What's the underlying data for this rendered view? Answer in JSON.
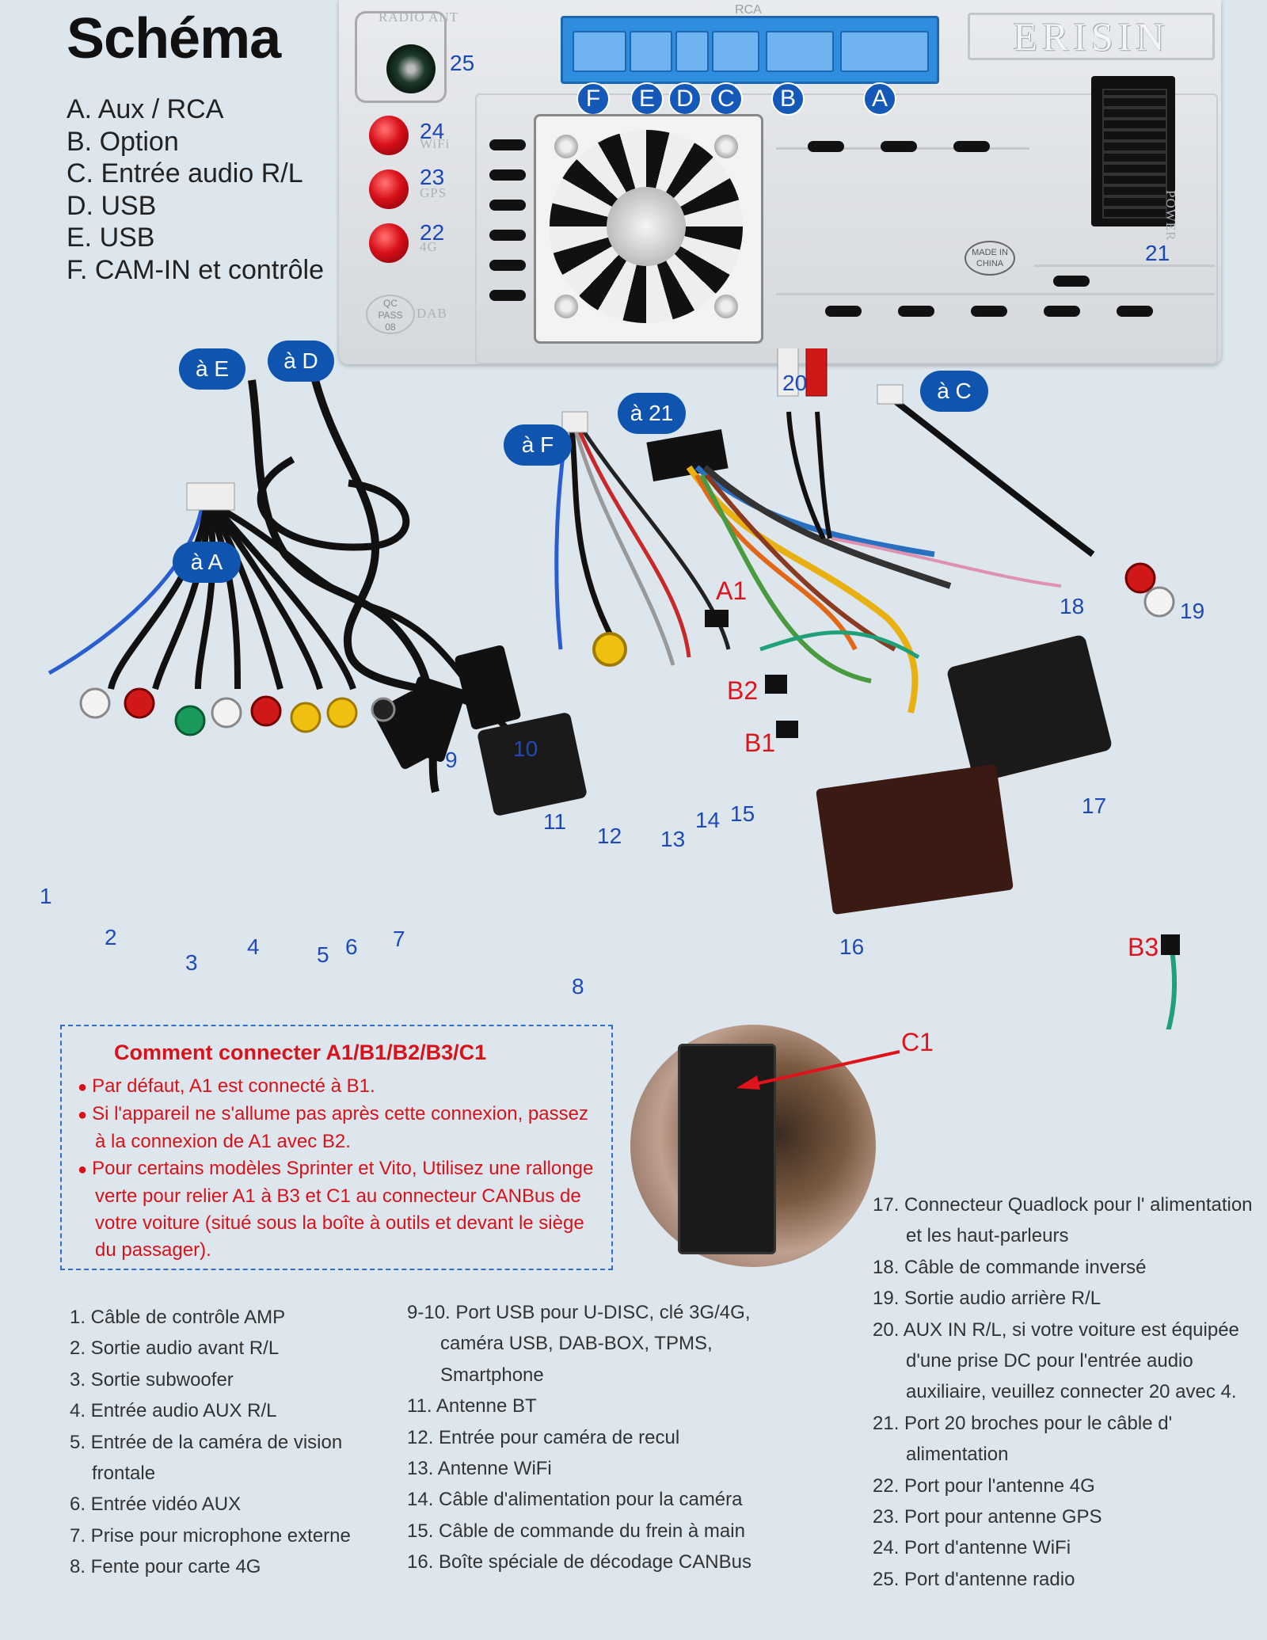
{
  "title": "Schéma",
  "connectors_legend": [
    "A. Aux / RCA",
    "B. Option",
    "C. Entrée audio R/L",
    "D. USB",
    "E. USB",
    "F. CAM-IN et contrôle"
  ],
  "unit": {
    "radio_ant_label": "RADIO ANT",
    "rca_label": "RCA",
    "brand": "ERISIN",
    "power_label": "POWER",
    "dab_label": "DAB",
    "qc_seal": [
      "QC",
      "PASS",
      "08"
    ],
    "made_in": [
      "MADE IN",
      "CHINA"
    ],
    "port_badges": [
      "F",
      "E",
      "D",
      "C",
      "B",
      "A"
    ],
    "port_numbers": {
      "ant": "25",
      "wifi": "24",
      "gps": "23",
      "g4": "22",
      "power": "21"
    },
    "port_faded": {
      "wifi": "WiFi",
      "gps": "GPS",
      "g4": "4G"
    }
  },
  "callouts": {
    "to_e": "à E",
    "to_d": "à D",
    "to_f": "à F",
    "to_21": "à 21",
    "to_c": "à C",
    "to_a": "à A"
  },
  "cable_numbers": [
    "1",
    "2",
    "3",
    "4",
    "5",
    "6",
    "7",
    "8",
    "9",
    "10",
    "11",
    "12",
    "13",
    "14",
    "15",
    "16",
    "17",
    "18",
    "19",
    "20"
  ],
  "red_labels": {
    "a1": "A1",
    "b2": "B2",
    "b1": "B1",
    "b3": "B3",
    "c1": "C1"
  },
  "info": {
    "title": "Comment connecter A1/B1/B2/B3/C1",
    "items": [
      "Par défaut, A1 est connecté à B1.",
      "Si l'appareil ne s'allume pas après cette connexion, passez à la connexion de A1 avec B2.",
      "Pour certains modèles Sprinter et Vito, Utilisez une rallonge verte pour relier A1 à B3 et C1 au connecteur CANBus de votre voiture (situé sous la boîte à outils et devant le siège du passager)."
    ]
  },
  "list_left": [
    "1. Câble de contrôle AMP",
    "2. Sortie audio avant R/L",
    "3. Sortie subwoofer",
    "4. Entrée audio AUX R/L",
    "5. Entrée de la caméra de vision frontale",
    "6. Entrée vidéo AUX",
    "7. Prise pour microphone externe",
    "8. Fente pour carte 4G"
  ],
  "list_mid": [
    "9-10. Port USB pour U-DISC, clé 3G/4G, caméra USB, DAB-BOX, TPMS, Smartphone",
    "11. Antenne BT",
    "12. Entrée pour caméra de recul",
    "13. Antenne WiFi",
    "14. Câble d'alimentation pour la caméra",
    "15. Câble de commande du frein à main",
    "16. Boîte spéciale de décodage CANBus"
  ],
  "list_right": [
    "17. Connecteur Quadlock pour l' alimentation et les haut-parleurs",
    "18. Câble de commande inversé",
    "19. Sortie audio arrière R/L",
    "20. AUX IN R/L, si votre voiture est équipée d'une prise DC pour l'entrée audio auxiliaire, veuillez connecter 20 avec 4.",
    "21. Port 20 broches pour le câble d' alimentation",
    "22. Port pour l'antenne 4G",
    "23. Port pour antenne GPS",
    "24. Port d'antenne WiFi",
    "25. Port d'antenne radio"
  ]
}
